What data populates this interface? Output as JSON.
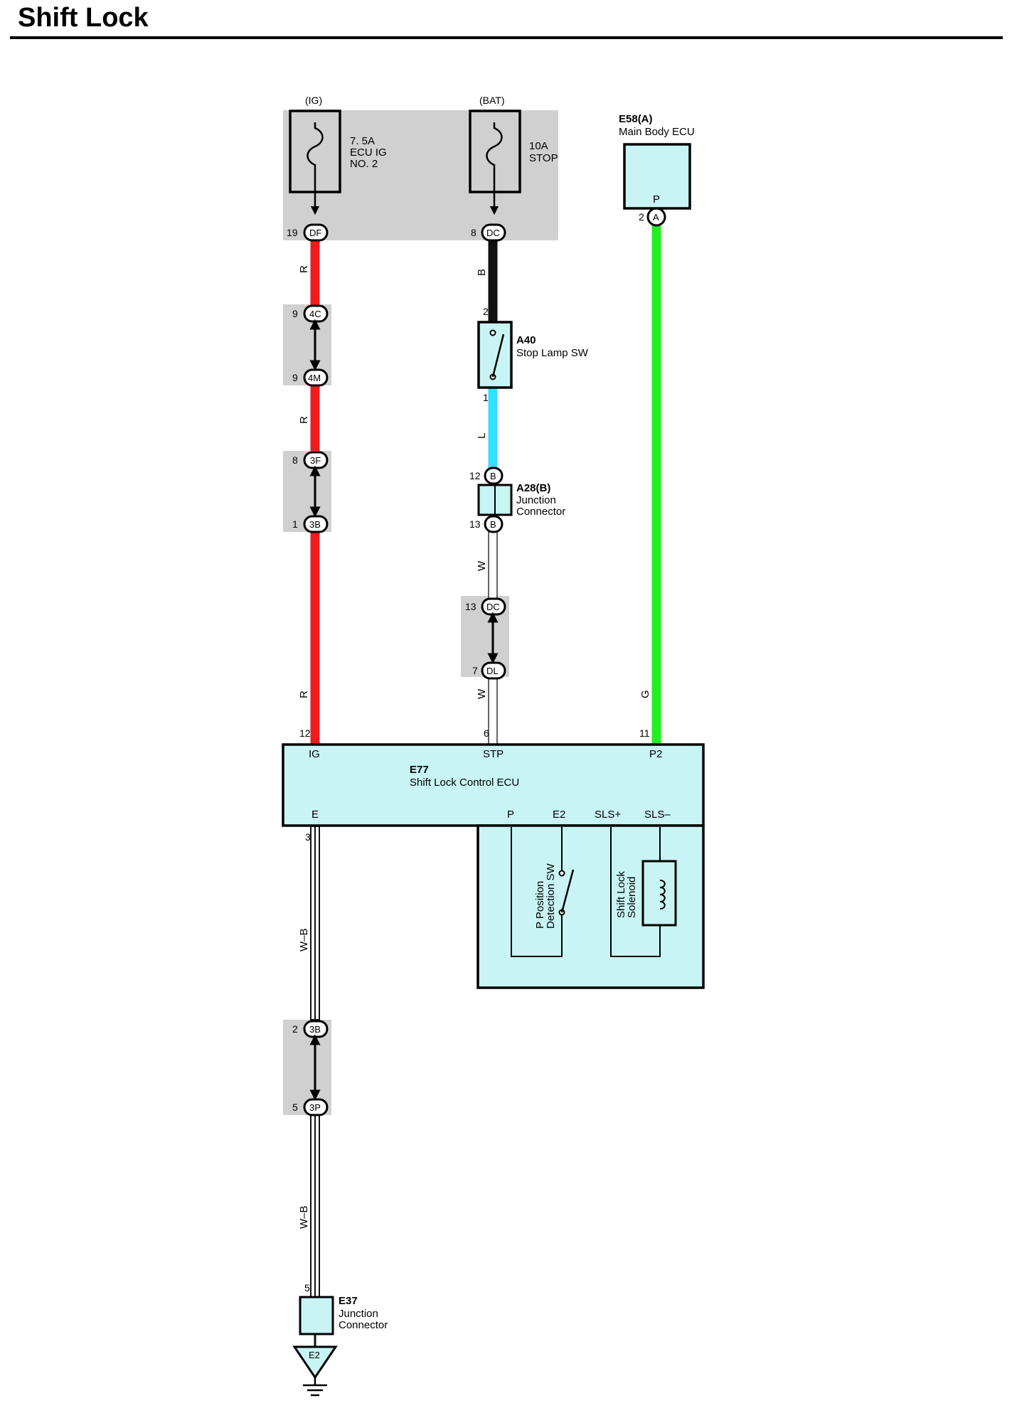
{
  "title": "Shift Lock",
  "colors": {
    "red_wire": "#ee1c1c",
    "black_wire": "#111111",
    "blue_wire": "#33e0ff",
    "green_wire": "#22ee22",
    "white_wire": "#ffffff",
    "component_fill": "#c8f4f4",
    "junction_shade": "#d0d0d0"
  },
  "power": {
    "ig": "(IG)",
    "bat": "(BAT)"
  },
  "fuses": {
    "ecu_ig": {
      "line1": "7. 5A",
      "line2": "ECU IG",
      "line3": "NO. 2"
    },
    "stop": {
      "line1": "10A",
      "line2": "STOP"
    }
  },
  "connectors": {
    "df": {
      "code": "DF",
      "pin": "19"
    },
    "dc_top": {
      "code": "DC",
      "pin": "8"
    },
    "c4c": {
      "code": "4C",
      "pin": "9"
    },
    "c4m": {
      "code": "4M",
      "pin": "9"
    },
    "c3f": {
      "code": "3F",
      "pin": "8"
    },
    "c3b_top": {
      "code": "3B",
      "pin": "1"
    },
    "a28_in": {
      "code": "B",
      "pin": "12"
    },
    "a28_out": {
      "code": "B",
      "pin": "13"
    },
    "dc_mid": {
      "code": "DC",
      "pin": "13"
    },
    "dl": {
      "code": "DL",
      "pin": "7"
    },
    "e58_a": {
      "code": "A",
      "pin": "2"
    },
    "c3b_bot": {
      "code": "3B",
      "pin": "2"
    },
    "c3p": {
      "code": "3P",
      "pin": "5"
    }
  },
  "wires": {
    "red": "R",
    "black": "B",
    "blue": "L",
    "white": "W",
    "green": "G",
    "white_black": "W–B"
  },
  "components": {
    "e58": {
      "id": "E58(A)",
      "name": "Main Body ECU",
      "pin_label": "P"
    },
    "a40": {
      "id": "A40",
      "name": "Stop Lamp SW",
      "pin_in": "2",
      "pin_out": "1"
    },
    "a28": {
      "id": "A28(B)",
      "name1": "Junction",
      "name2": "Connector"
    },
    "e77": {
      "id": "E77",
      "name": "Shift Lock Control ECU",
      "pin_ig": "IG",
      "pin_stp": "STP",
      "pin_p2": "P2",
      "pin_e": "E",
      "pin_p": "P",
      "pin_e2": "E2",
      "pin_sls_plus": "SLS+",
      "pin_sls_minus": "SLS–",
      "num_ig": "12",
      "num_stp": "6",
      "num_p2": "11",
      "num_e": "3",
      "p_switch_l1": "P Position",
      "p_switch_l2": "Detection SW",
      "solenoid_l1": "Shift Lock",
      "solenoid_l2": "Solenoid"
    },
    "e37": {
      "id": "E37",
      "name1": "Junction",
      "name2": "Connector",
      "pin": "5"
    },
    "ground": {
      "label": "E2"
    }
  }
}
